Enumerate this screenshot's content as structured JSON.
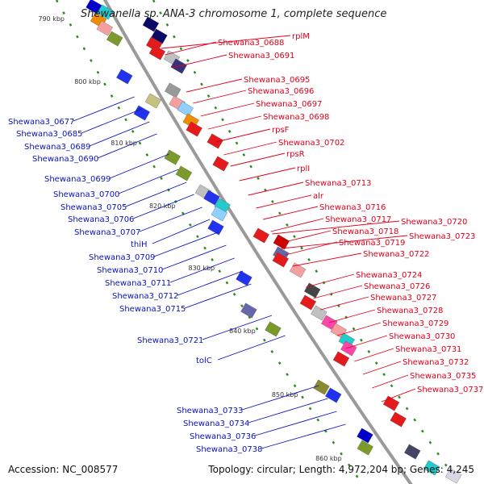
{
  "title": "Shewanella sp. ANA-3 chromosome 1, complete sequence",
  "footer": {
    "accession": "Accession: NC_008577",
    "topology": "Topology: circular; Length: 4,972,204 bp; Genes: 4,245"
  },
  "ticks": [
    "790 kbp",
    "800 kbp",
    "810 kbp",
    "820 kbp",
    "830 kbp",
    "840 kbp",
    "850 kbp",
    "860 kbp"
  ],
  "right_labels": [
    "rplM",
    "Shewana3_0688",
    "Shewana3_0691",
    "Shewana3_0695",
    "Shewana3_0696",
    "Shewana3_0697",
    "Shewana3_0698",
    "rpsF",
    "Shewana3_0702",
    "rpsR",
    "rplI",
    "Shewana3_0713",
    "alr",
    "Shewana3_0716",
    "Shewana3_0717",
    "Shewana3_0718",
    "Shewana3_0719",
    "Shewana3_0720",
    "Shewana3_0723",
    "Shewana3_0722",
    "Shewana3_0724",
    "Shewana3_0726",
    "Shewana3_0727",
    "Shewana3_0728",
    "Shewana3_0729",
    "Shewana3_0730",
    "Shewana3_0731",
    "Shewana3_0732",
    "Shewana3_0735",
    "Shewana3_0737"
  ],
  "left_labels": [
    "Shewana3_0677",
    "Shewana3_0685",
    "Shewana3_0689",
    "Shewana3_0690",
    "Shewana3_0699",
    "Shewana3_0700",
    "Shewana3_0705",
    "Shewana3_0706",
    "Shewana3_0707",
    "thiH",
    "Shewana3_0709",
    "Shewana3_0710",
    "Shewana3_0711",
    "Shewana3_0712",
    "Shewana3_0715",
    "Shewana3_0721",
    "tolC",
    "Shewana3_0733",
    "Shewana3_0734",
    "Shewana3_0736",
    "Shewana3_0738"
  ],
  "colors": {
    "forward_label": "#e0001b",
    "reverse_label": "#0a12b8",
    "backbone": "#9a9a9a",
    "tick_marks": "#2e8b1e"
  }
}
